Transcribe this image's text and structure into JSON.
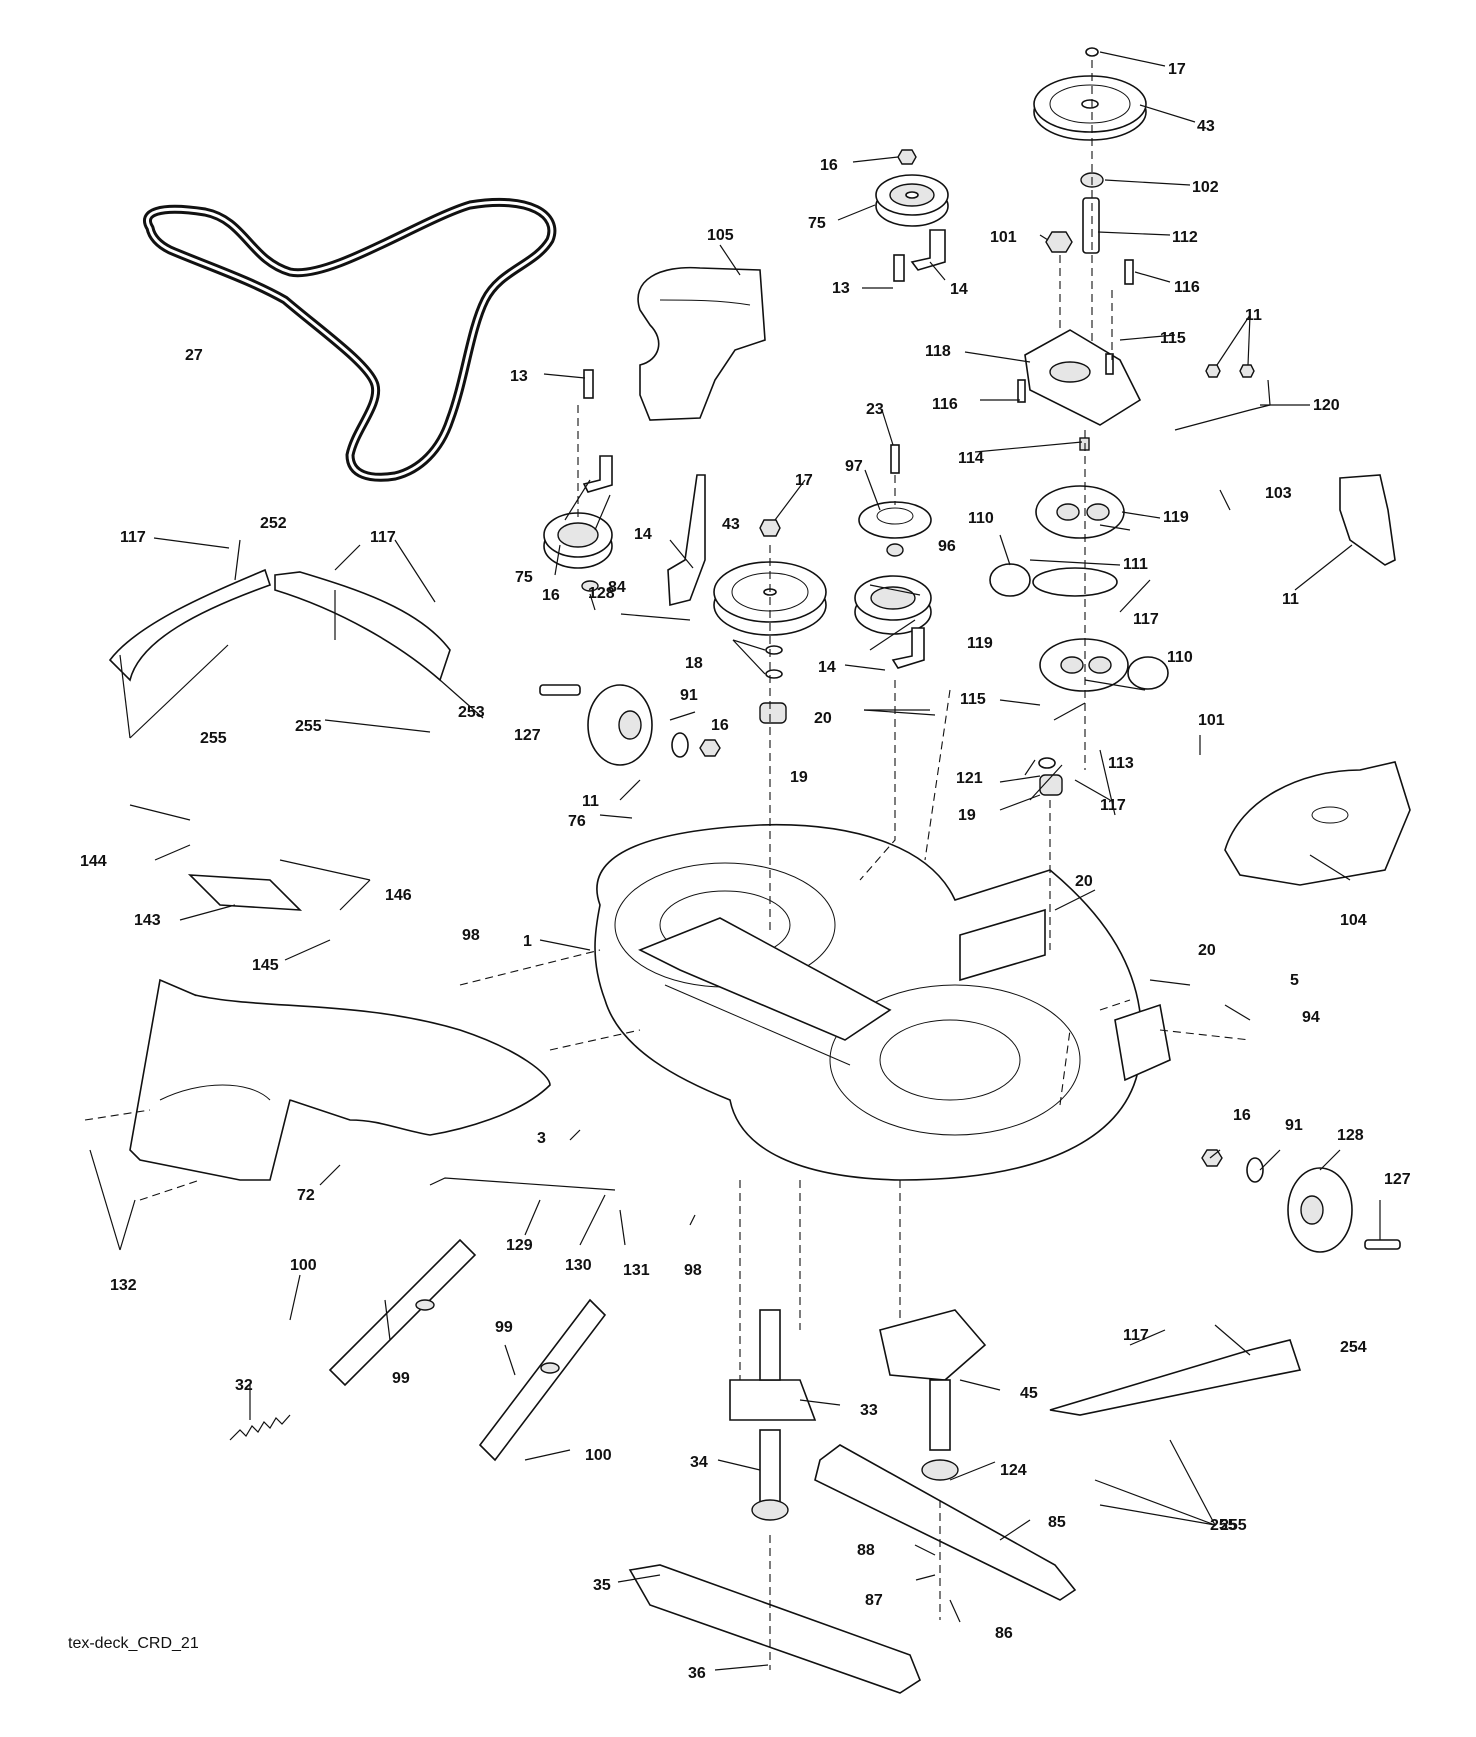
{
  "caption": "tex-deck_CRD_21",
  "labels": [
    "17",
    "43",
    "102",
    "16",
    "75",
    "101",
    "112",
    "105",
    "14",
    "13",
    "116",
    "27",
    "13",
    "118",
    "115",
    "11",
    "120",
    "116",
    "23",
    "114",
    "97",
    "17",
    "119",
    "103",
    "14",
    "110",
    "111",
    "117",
    "75",
    "43",
    "96",
    "252",
    "117",
    "117",
    "16",
    "84",
    "119",
    "110",
    "18",
    "14",
    "11",
    "128",
    "20",
    "115",
    "253",
    "255",
    "255",
    "91",
    "16",
    "127",
    "19",
    "121",
    "113",
    "101",
    "255",
    "11",
    "19",
    "117",
    "144",
    "76",
    "146",
    "20",
    "104",
    "143",
    "145",
    "1",
    "98",
    "20",
    "5",
    "94",
    "3",
    "16",
    "91",
    "128",
    "72",
    "127",
    "129",
    "130",
    "131",
    "98",
    "132",
    "100",
    "99",
    "254",
    "117",
    "99",
    "33",
    "45",
    "32",
    "100",
    "34",
    "124",
    "85",
    "255",
    "88",
    "35",
    "87",
    "86",
    "36"
  ]
}
